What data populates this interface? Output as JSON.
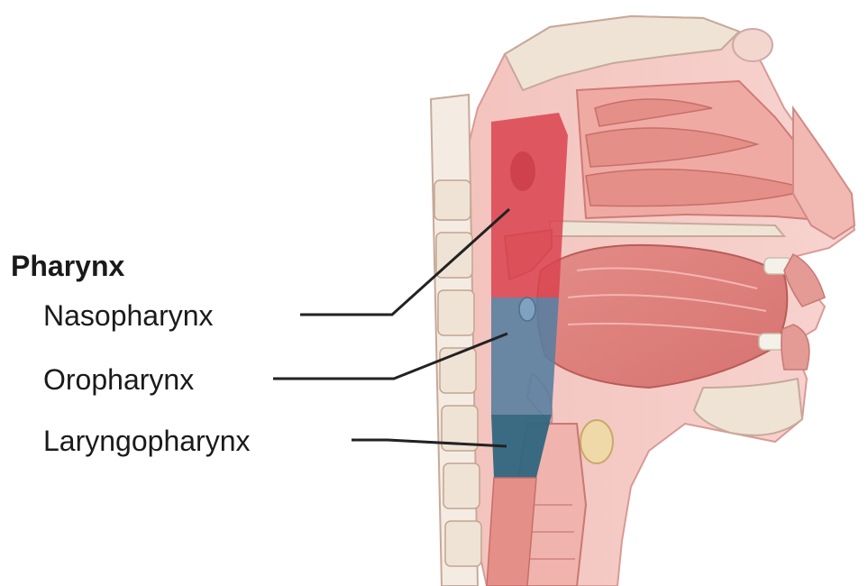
{
  "heading": "Pharynx",
  "labels": {
    "nasopharynx": "Nasopharynx",
    "oropharynx": "Oropharynx",
    "laryngopharynx": "Laryngopharynx"
  },
  "colors": {
    "nasopharynx_region": "#d9434f",
    "oropharynx_region": "#5a7ea0",
    "laryngopharynx_region": "#2f6680",
    "tissue_light": "#f6c8c3",
    "tissue_mid": "#e79a94",
    "tissue_dark": "#cf6b66",
    "bone": "#efe3d6",
    "leader_line": "#222222"
  }
}
